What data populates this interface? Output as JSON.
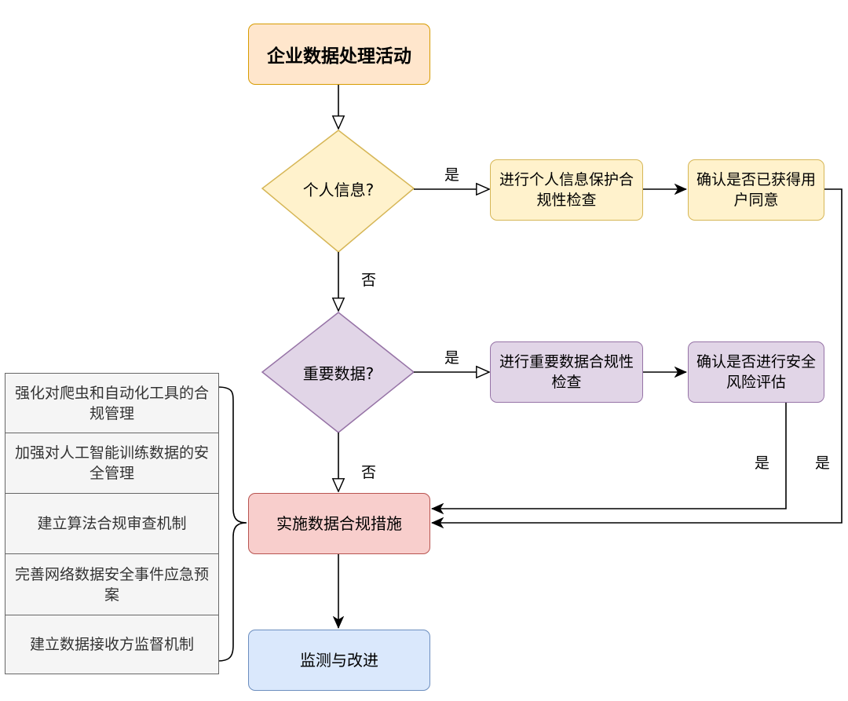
{
  "nodes": {
    "start": "企业数据处理活动",
    "decision_personal": "个人信息?",
    "personal_check": "进行个人信息保护合规性检查",
    "personal_consent": "确认是否已获得用户同意",
    "decision_important": "重要数据?",
    "important_check": "进行重要数据合规性检查",
    "important_risk": "确认是否进行安全风险评估",
    "implement": "实施数据合规措施",
    "monitor": "监测与改进"
  },
  "edge_labels": {
    "yes_personal": "是",
    "no_personal": "否",
    "yes_important": "是",
    "no_important": "否",
    "yes_risk": "是",
    "yes_consent": "是"
  },
  "measures": [
    "强化对爬虫和自动化工具的合规管理",
    "加强对人工智能训练数据的安全管理",
    "建立算法合规审查机制",
    "完善网络数据安全事件应急预案",
    "建立数据接收方监督机制"
  ],
  "colors": {
    "start_fill": "#ffe6cc",
    "decision_personal_fill": "#fff2cc",
    "decision_important_fill": "#e1d5e7",
    "implement_fill": "#f8cecc",
    "monitor_fill": "#dae8fc",
    "measure_fill": "#f5f5f5"
  }
}
